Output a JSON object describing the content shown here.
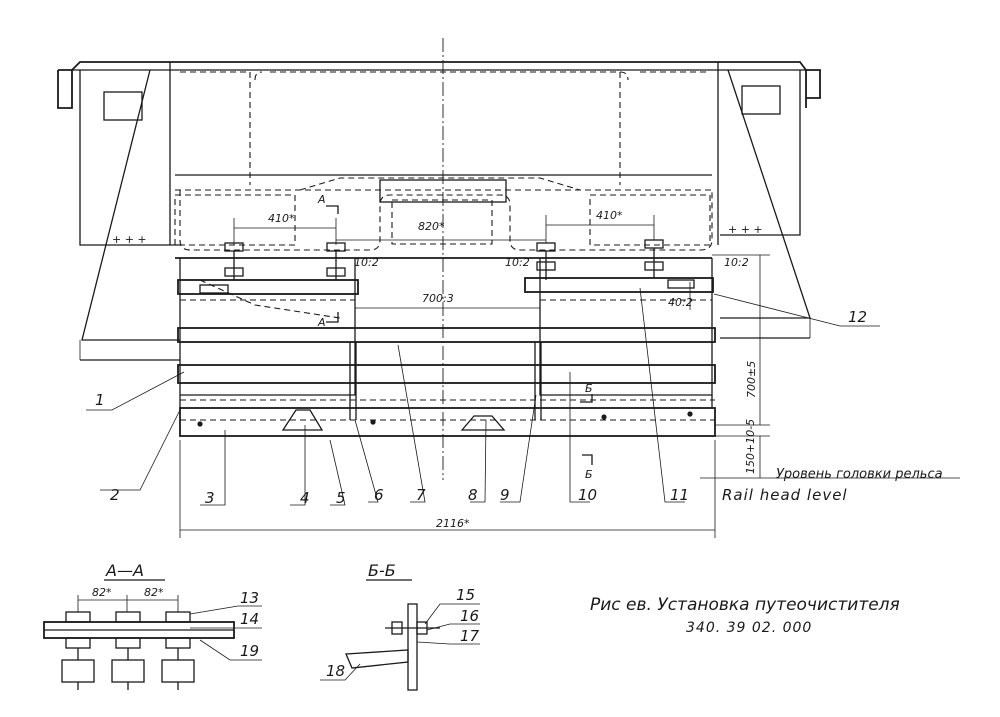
{
  "dimensions": {
    "d410_left": "410*",
    "d410_right": "410*",
    "d820": "820*",
    "d10_left": "10:2",
    "d10_mid": "10:2",
    "d10_right": "10:2",
    "d700": "700:3",
    "d40": "40:2",
    "d700v": "700±5",
    "d150v": "150+10-5",
    "d2116": "2116*",
    "d82_a": "82*",
    "d82_b": "82*"
  },
  "section_marks": {
    "a_top": "A",
    "a_bottom": "A",
    "b_top": "Б",
    "b_bottom": "Б"
  },
  "part_numbers": [
    "1",
    "2",
    "3",
    "4",
    "5",
    "6",
    "7",
    "8",
    "9",
    "10",
    "11",
    "12",
    "13",
    "14",
    "15",
    "16",
    "17",
    "18",
    "19"
  ],
  "notes": {
    "rail_ru": "Уровень головки рельса",
    "rail_en": "Rail head level"
  },
  "sections": {
    "aa": "А—А",
    "bb": "Б-Б"
  },
  "caption": {
    "line1": "Рис  ев.  Установка  путеочистителя",
    "line2": "340. 39 02. 000"
  }
}
